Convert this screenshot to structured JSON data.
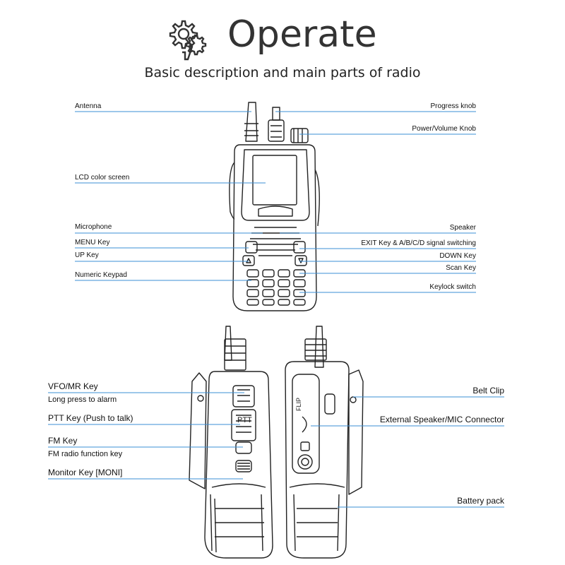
{
  "header": {
    "title": "Operate",
    "subtitle": "Basic description and main parts of radio",
    "icon": "gear-wrench-icon"
  },
  "front_labels": {
    "left": [
      "Antenna",
      "LCD color screen",
      "Microphone",
      "MENU Key",
      "UP Key",
      "Numeric Keypad"
    ],
    "right": [
      "Progress knob",
      "Power/Volume Knob",
      "Speaker",
      "EXIT Key & A/B/C/D signal switching",
      "DOWN Key",
      "Scan Key",
      "Keylock switch"
    ]
  },
  "side_labels": {
    "left": [
      {
        "label": "VFO/MR Key",
        "sub": "Long press to alarm"
      },
      {
        "label": "PTT Key (Push to talk)",
        "sub": ""
      },
      {
        "label": "FM Key",
        "sub": "FM radio function key"
      },
      {
        "label": "Monitor Key [MONI]",
        "sub": ""
      }
    ],
    "right": [
      "Belt Clip",
      "External Speaker/MIC Connector",
      "Battery pack"
    ]
  },
  "device_text": {
    "ptt": "PTT",
    "flip": "FLIP"
  },
  "colors": {
    "leader_line": "#3b8fd6",
    "outline": "#222222"
  }
}
